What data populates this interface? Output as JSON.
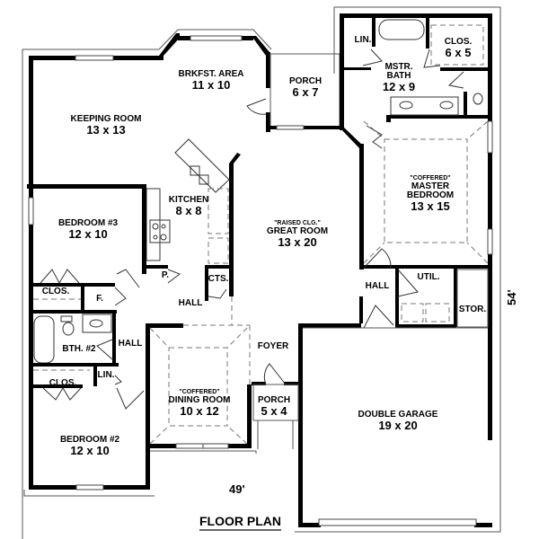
{
  "plan": {
    "title": "FLOOR PLAN",
    "width_dim": "49'",
    "depth_dim": "54'"
  },
  "rooms": {
    "keeping_room": {
      "name": "KEEPING ROOM",
      "size": "13 x 13"
    },
    "brkfst_area": {
      "name": "BRKFST. AREA",
      "size": "11 x 10"
    },
    "porch_rear": {
      "name": "PORCH",
      "size": "6 x 7"
    },
    "master_bath": {
      "name_line1": "MSTR.",
      "name_line2": "BATH",
      "size": "12 x 9"
    },
    "lin_master": {
      "name": "LIN."
    },
    "clos_master": {
      "name": "CLOS.",
      "size": "6 x 5"
    },
    "master_bedroom": {
      "note": "\"COFFERED\"",
      "name_line1": "MASTER",
      "name_line2": "BEDROOM",
      "size": "13 x 15"
    },
    "kitchen": {
      "name": "KITCHEN",
      "size": "8 x 8"
    },
    "bedroom3": {
      "name": "BEDROOM #3",
      "size": "12 x 10"
    },
    "great_room": {
      "note": "\"RAISED CLG.\"",
      "name": "GREAT ROOM",
      "size": "13 x 20"
    },
    "pantry": {
      "name": "P."
    },
    "cts": {
      "name": "CTS."
    },
    "clos_b3": {
      "name": "CLOS."
    },
    "f_closet": {
      "name": "F."
    },
    "hall_main": {
      "name": "HALL"
    },
    "hall_west": {
      "name": "HALL"
    },
    "bath2": {
      "name": "BTH. #2"
    },
    "lin_hall": {
      "name": "LIN."
    },
    "clos_b2": {
      "name": "CLOS."
    },
    "bedroom2": {
      "name": "BEDROOM #2",
      "size": "12 x 10"
    },
    "dining_room": {
      "note": "\"COFFERED\"",
      "name": "DINING ROOM",
      "size": "10 x 12"
    },
    "foyer": {
      "name": "FOYER"
    },
    "porch_front": {
      "name": "PORCH",
      "size": "5 x 4"
    },
    "hall_east": {
      "name": "HALL"
    },
    "util": {
      "name": "UTIL."
    },
    "stor": {
      "name": "STOR."
    },
    "garage": {
      "name": "DOUBLE GARAGE",
      "size": "19 x 20"
    }
  }
}
